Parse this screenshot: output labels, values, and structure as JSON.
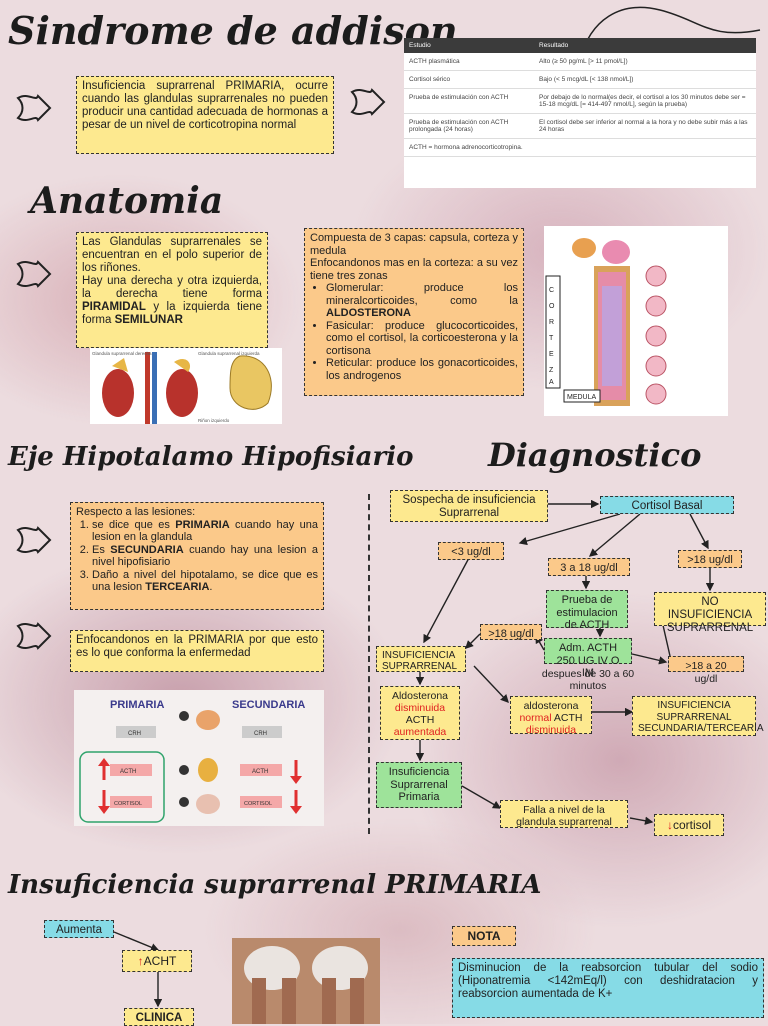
{
  "titles": {
    "main": "Sindrome de addison",
    "anatomia": "Anatomia",
    "eje": "Eje Hipotalamo Hipofisiario",
    "diagnostico": "Diagnostico",
    "primaria": "Insuficiencia suprarrenal PRIMARIA"
  },
  "definition": "Insuficiencia suprarrenal PRIMARIA, ocurre cuando las glandulas suprarrenales no pueden producir una cantidad adecuada de hormonas a pesar de un nivel de corticotropina normal",
  "table": {
    "headers": [
      "Estudio",
      "Resultado"
    ],
    "rows": [
      [
        "ACTH plasmática",
        "Alto (≥ 50 pg/mL [> 11 pmol/L])"
      ],
      [
        "Cortisol sérico",
        "Bajo (< 5 mcg/dL [< 138 nmol/L])"
      ],
      [
        "Prueba de estimulación con ACTH",
        "Por debajo de lo normal(es decir, el cortisol a los 30 minutos debe ser = 15-18 mcg/dL [= 414-497 nmol/L], según la prueba)"
      ],
      [
        "Prueba de estimulación con ACTH prolongada (24 horas)",
        "El cortisol debe ser inferior al normal a la hora y no debe subir más a las 24 horas"
      ]
    ],
    "footnote": "ACTH = hormona adrenocorticotropina."
  },
  "anatomia": {
    "left": "Las Glandulas suprarrenales se encuentran en el polo superior de los riñones.",
    "left2_pre": "Hay una derecha y otra izquierda, la derecha tiene forma ",
    "left2_b1": "PIRAMIDAL",
    "left2_mid": " y la izquierda tiene forma ",
    "left2_b2": "SEMILUNAR",
    "right_intro": "Compuesta de 3 capas: capsula, corteza y medula",
    "right_intro2": "Enfocandonos mas en la corteza: a su vez tiene tres zonas",
    "items": [
      {
        "label": "Glomerular:",
        "text": " produce los mineralcorticoides, como la ",
        "bold": "ALDOSTERONA"
      },
      {
        "label": "Fasicular:",
        "text": " produce glucocorticoides, como el cortisol, la corticoesterona y la cortisona",
        "bold": ""
      },
      {
        "label": "Reticular:",
        "text": " produce los gonacorticoides, los androgenos",
        "bold": ""
      }
    ],
    "img_labels": {
      "left_a": "Glandula suprarrenal derecha",
      "left_b": "Glandula suprarrenal izquierda",
      "left_c": "Riñon izquierdo",
      "corteza": "CORTEZA",
      "medula": "MEDULA"
    }
  },
  "eje": {
    "intro": "Respecto a las lesiones:",
    "items": [
      {
        "pre": "se dice que es ",
        "bold": "PRIMARIA",
        "post": " cuando hay una lesion en la glandula"
      },
      {
        "pre": "Es ",
        "bold": "SECUNDARIA",
        "post": " cuando hay una lesion a nivel hipofisiario"
      },
      {
        "pre": "Daño a nivel del hipotalamo, se dice que es una lesion ",
        "bold": "TERCEARIA",
        "post": "."
      }
    ],
    "focus": "Enfocandonos en la PRIMARIA por que esto es lo que conforma la enfermedad",
    "diagram": {
      "primaria": "PRIMARIA",
      "secundaria": "SECUNDARIA",
      "crh": "CRH",
      "acth": "ACTH",
      "cortisol": "CORTISOL"
    }
  },
  "diagnostico": {
    "sospecha": "Sospecha de insuficiencia Suprarrenal",
    "cortisol_basal": "Cortisol Basal",
    "lt3": "<3 ug/dl",
    "gt18": ">18 ug/dl",
    "range": "3 a 18 ug/dl",
    "no_insuf": "NO INSUFICIENCIA SUPRARRENAL",
    "prueba": "Prueba de estimulacion de ACTH",
    "gt18b": ">18 ug/dl",
    "adm": "Adm. ACTH 250 UG IV O IM",
    "despues": "despues de 30 a 60 minutos",
    "range2": ">18 a 20 ug/dl",
    "insuf": "INSUFICIENCIA SUPRARRENAL",
    "aldo": "Aldosterona",
    "disminuida": "disminuida",
    "acth": "ACTH",
    "aumentada": "aumentada",
    "aldo2": "aldosterona",
    "normal": "normal",
    "acth2": "ACTH",
    "disminuida2": "disminuida",
    "secundaria": "INSUFICIENCIA SUPRARRENAL SECUNDARIA/TERCEARIA",
    "primaria": "Insuficiencia Suprarrenal Primaria",
    "falla": "Falla a nivel de la glandula suprarrenal",
    "cortisol": "cortisol"
  },
  "primaria": {
    "aumenta": "Aumenta",
    "acht": "ACHT",
    "clinica": "CLINICA",
    "nota": "NOTA",
    "nota_text": "Disminucion de la reabsorcion tubular del sodio (Hiponatremia <142mEq/l) con deshidratacion y reabsorcion aumentada de K+"
  },
  "colors": {
    "yellow": "#fde98f",
    "orange": "#fbc98a",
    "green": "#9ee39a",
    "cyan": "#86dbe6",
    "red": "#e02020"
  }
}
